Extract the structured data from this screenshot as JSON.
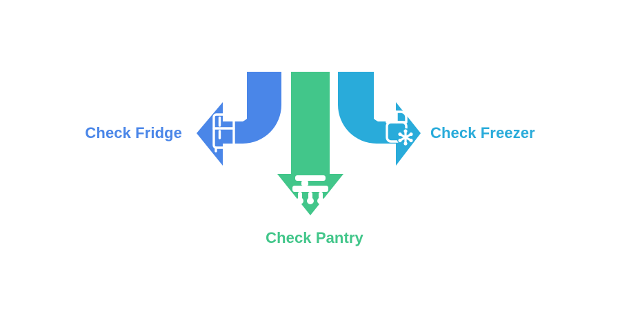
{
  "diagram": {
    "type": "three-branch-arrow-diagram",
    "background_color": "#ffffff",
    "branches": [
      {
        "id": "fridge",
        "label": "Check Fridge",
        "color": "#4a86e8",
        "direction": "left",
        "arrow_shape": "curved-elbow-left",
        "icon": "refrigerator-icon",
        "label_position": "left-of-arrowhead"
      },
      {
        "id": "pantry",
        "label": "Check Pantry",
        "color": "#42c68a",
        "direction": "down",
        "arrow_shape": "straight-down",
        "icon": "pantry-shelf-icon",
        "label_position": "below-arrowhead"
      },
      {
        "id": "freezer",
        "label": "Check Freezer",
        "color": "#29abda",
        "direction": "right",
        "arrow_shape": "curved-elbow-right",
        "icon": "freezer-snowflake-icon",
        "label_position": "right-of-arrowhead"
      }
    ]
  }
}
